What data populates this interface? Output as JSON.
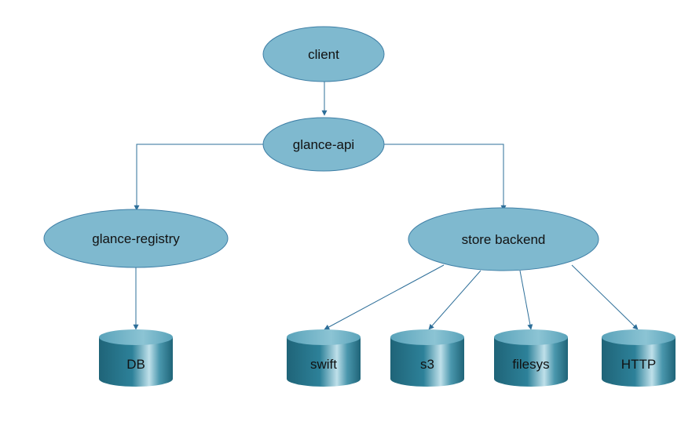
{
  "diagram": {
    "colors": {
      "node_fill": "#7fb9cf",
      "node_stroke": "#3f7fa6",
      "edge": "#2e6f99",
      "cylinder_dark": "#1f6478",
      "cylinder_light": "#bfe0ea"
    },
    "nodes": {
      "client": "client",
      "glance_api": "glance-api",
      "glance_registry": "glance-registry",
      "store_backend": "store backend"
    },
    "stores": {
      "db": "DB",
      "swift": "swift",
      "s3": "s3",
      "filesys": "filesys",
      "http": "HTTP"
    },
    "edges": [
      {
        "from": "client",
        "to": "glance-api"
      },
      {
        "from": "glance-api",
        "to": "glance-registry"
      },
      {
        "from": "glance-api",
        "to": "store backend"
      },
      {
        "from": "glance-registry",
        "to": "DB"
      },
      {
        "from": "store backend",
        "to": "swift"
      },
      {
        "from": "store backend",
        "to": "s3"
      },
      {
        "from": "store backend",
        "to": "filesys"
      },
      {
        "from": "store backend",
        "to": "HTTP"
      }
    ]
  }
}
